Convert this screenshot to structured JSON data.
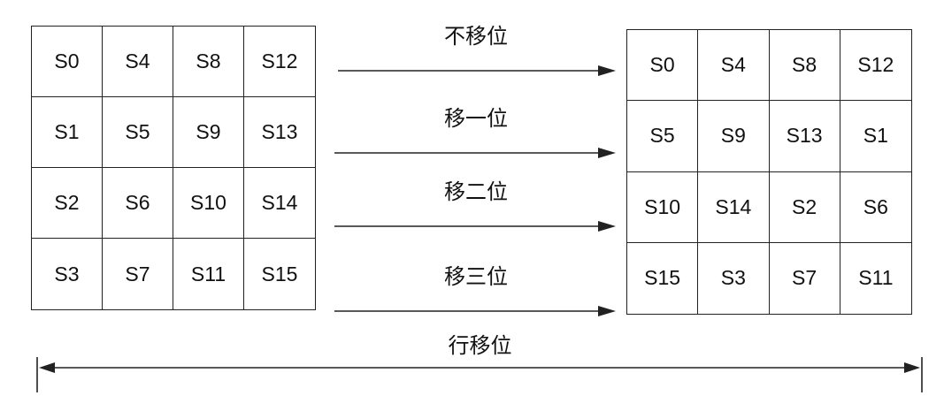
{
  "input_state": {
    "rows": [
      [
        "S0",
        "S4",
        "S8",
        "S12"
      ],
      [
        "S1",
        "S5",
        "S9",
        "S13"
      ],
      [
        "S2",
        "S6",
        "S10",
        "S14"
      ],
      [
        "S3",
        "S7",
        "S11",
        "S15"
      ]
    ]
  },
  "output_state": {
    "rows": [
      [
        "S0",
        "S4",
        "S8",
        "S12"
      ],
      [
        "S5",
        "S9",
        "S13",
        "S1"
      ],
      [
        "S10",
        "S14",
        "S2",
        "S6"
      ],
      [
        "S15",
        "S3",
        "S7",
        "S11"
      ]
    ]
  },
  "shift_labels": [
    "不移位",
    "移一位",
    "移二位",
    "移三位"
  ],
  "overall_label": "行移位",
  "colors": {
    "line": "#222222",
    "text": "#111111"
  }
}
